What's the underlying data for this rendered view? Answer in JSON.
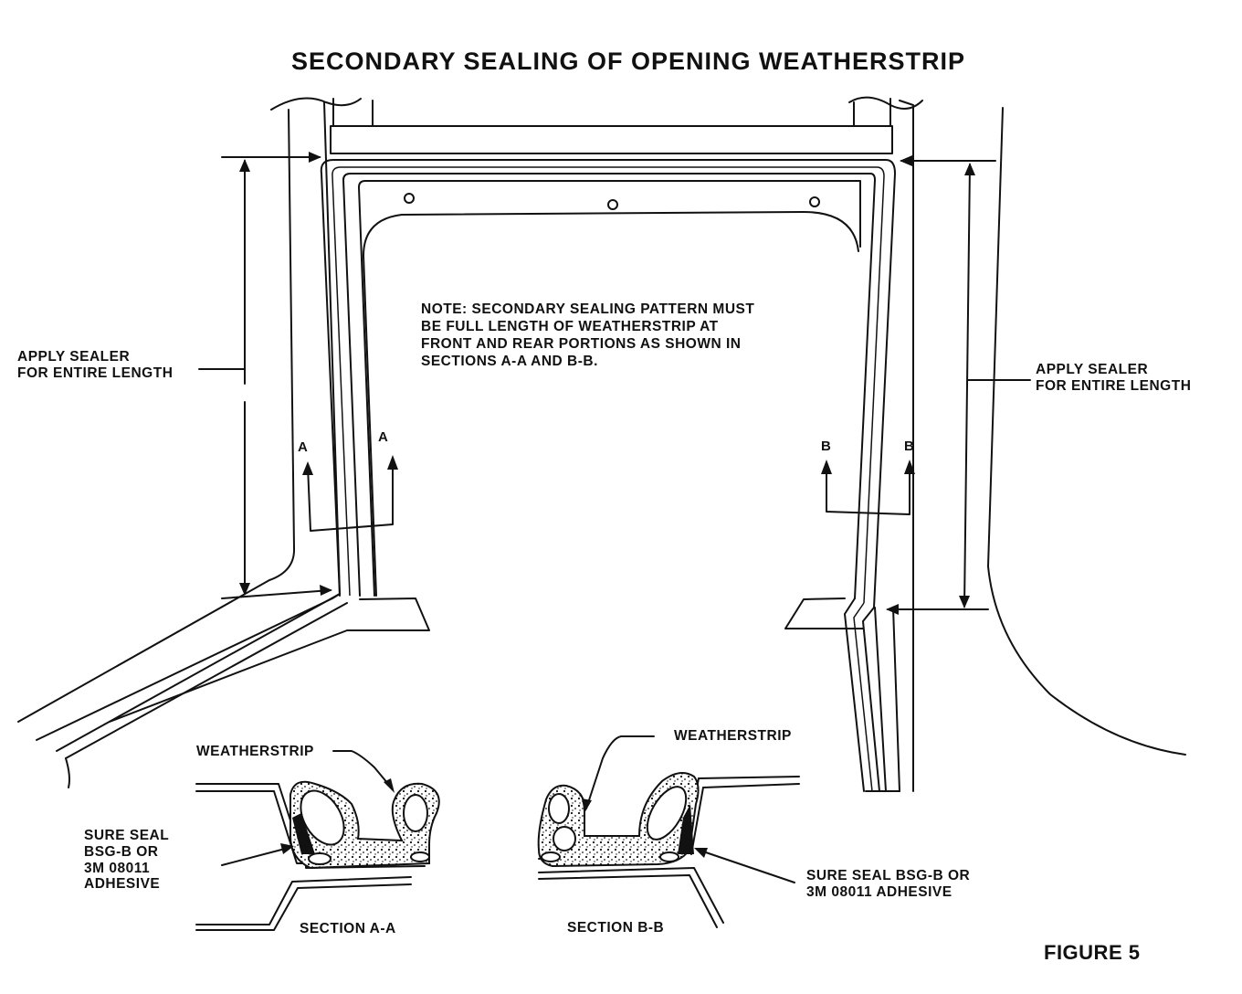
{
  "figure_title": "SECONDARY SEALING OF OPENING WEATHERSTRIP",
  "note_lines": [
    "NOTE:  SECONDARY SEALING PATTERN MUST",
    "BE FULL LENGTH OF WEATHERSTRIP AT",
    "FRONT AND REAR PORTIONS AS SHOWN IN",
    "SECTIONS A-A AND B-B."
  ],
  "left_callout": {
    "line1": "APPLY SEALER",
    "line2": "FOR ENTIRE LENGTH"
  },
  "right_callout": {
    "line1": "APPLY SEALER",
    "line2": "FOR ENTIRE LENGTH"
  },
  "section_markers": {
    "a": "A",
    "b": "B"
  },
  "section_a": {
    "weatherstrip_label": "WEATHERSTRIP",
    "adhesive_lines": [
      "SURE SEAL",
      "BSG-B OR",
      "3M 08011",
      "ADHESIVE"
    ],
    "caption": "SECTION A-A"
  },
  "section_b": {
    "weatherstrip_label": "WEATHERSTRIP",
    "adhesive_lines": [
      "SURE SEAL BSG-B OR",
      "3M 08011 ADHESIVE"
    ],
    "caption": "SECTION B-B"
  },
  "figure_label": "FIGURE 5"
}
